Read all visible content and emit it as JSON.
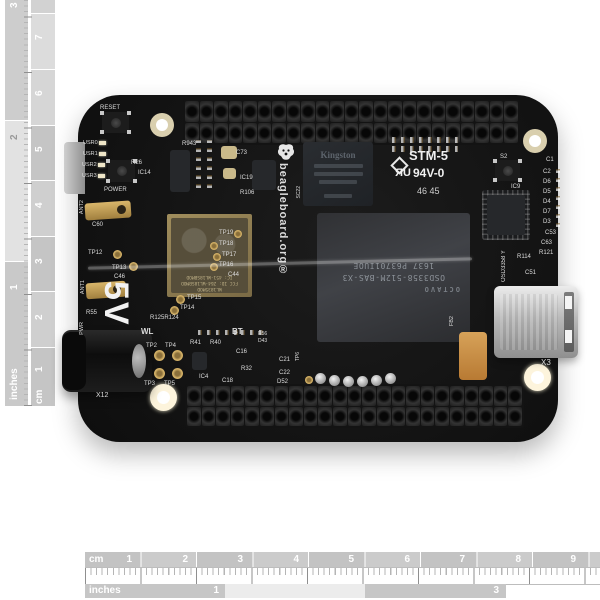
{
  "rulers": {
    "bottom": {
      "cm_label": "cm",
      "inches_label": "inches",
      "cm_numbers": [
        "1",
        "2",
        "3",
        "4",
        "5",
        "6",
        "7",
        "8",
        "9"
      ],
      "inch_numbers": [
        "1",
        "3"
      ]
    },
    "left": {
      "cm_label": "cm",
      "inches_label": "inches",
      "cm_numbers": [
        "1",
        "2",
        "3",
        "4",
        "5",
        "6",
        "7"
      ],
      "inch_numbers": [
        "1",
        "2",
        "3"
      ]
    }
  },
  "board": {
    "brand_vertical": "beagleboard.org®",
    "big_5v": "5V",
    "emmc_brand": "Kingston",
    "ul_block": {
      "line1": "STM-5",
      "mark": "UR",
      "line2": "94V-0",
      "line3": "46 45"
    },
    "soc": {
      "part": "OSD3358-512M-BAS-X3",
      "lot": "1637 P63701IUOE",
      "maker": "OCTAVO"
    },
    "soc_silk": "OSD3358 Y",
    "wifi": {
      "l1": "WL1835MOD",
      "l2": "FCC ID: Z64-WL18SBMOD",
      "l3": "IC: 451-WL18SBMOD"
    },
    "silk": {
      "reset": "RESET",
      "usr0": "USR0",
      "usr1": "USR1",
      "usr2": "USR2",
      "usr3": "USR3",
      "power": "POWER",
      "r26": "R26",
      "ic14": "IC14",
      "r943": "R943",
      "c73": "C73",
      "ic19": "IC19",
      "r106": "R106",
      "c60": "C60",
      "ant2": "ANT2",
      "ant1": "ANT1",
      "tp12": "TP12",
      "tp13": "TP13",
      "c46": "C46",
      "tp19": "TP19",
      "tp18": "TP18",
      "tp17": "TP17",
      "tp16": "TP16",
      "c44": "C44",
      "tp15": "TP15",
      "tp14": "TP14",
      "r55": "R55",
      "pwr": "PWR",
      "wl": "WL",
      "bt": "BT",
      "r125": "R125R124",
      "x12": "X12",
      "tp2": "TP2",
      "tp4": "TP4",
      "tp3": "TP3",
      "tp5": "TP5",
      "r41": "R41",
      "r40": "R40",
      "c16": "C16",
      "r32": "R32",
      "ic4": "IC4",
      "c18": "C18",
      "r56": "R56",
      "d43": "D43",
      "c21": "C21",
      "c22": "C22",
      "d52": "D52",
      "tp6": "TP6",
      "fb2": "FB2",
      "x3": "X3",
      "s2": "S2",
      "ic9": "IC9",
      "c1": "C1",
      "c2": "C2",
      "d6": "D6",
      "d5": "D5",
      "d4": "D4",
      "d7": "D7",
      "d3": "D3",
      "c53": "C53",
      "c63": "C63",
      "r121": "R121",
      "r114": "R114",
      "c51": "C51",
      "sc22": "SC22"
    }
  }
}
